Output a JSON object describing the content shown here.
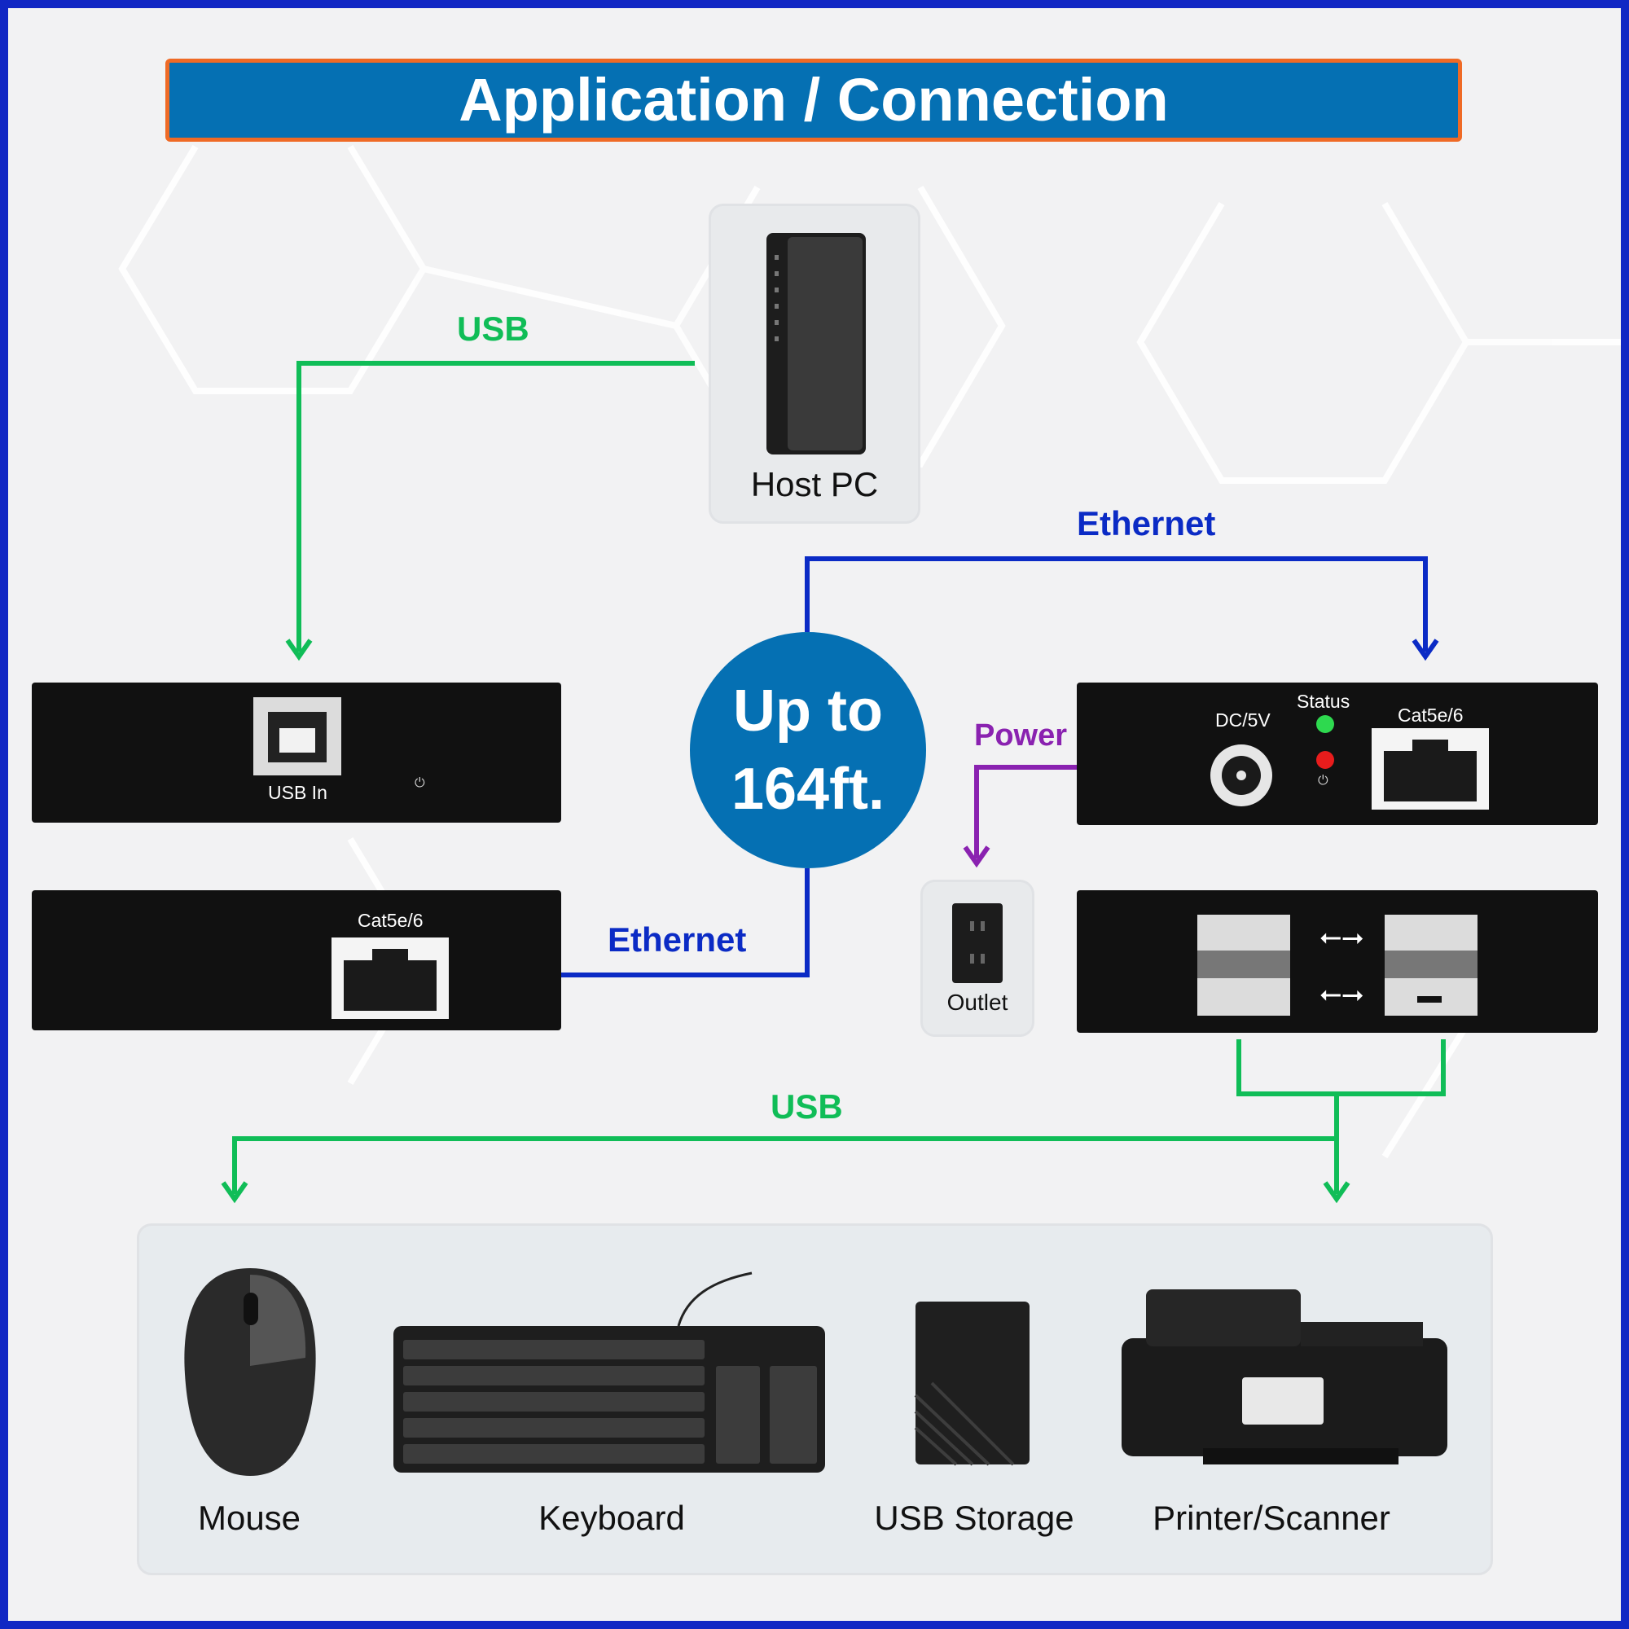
{
  "title": "Application / Connection",
  "host_pc": {
    "label": "Host PC"
  },
  "range_badge": {
    "line1": "Up to",
    "line2": "164ft."
  },
  "connections": {
    "usb_top": "USB",
    "ethernet_top": "Ethernet",
    "ethernet_bottom": "Ethernet",
    "power": "Power",
    "usb_bottom": "USB"
  },
  "transmitter": {
    "front_port_label": "USB In",
    "rear_port_label": "Cat5e/6"
  },
  "receiver": {
    "dc_label": "DC/5V",
    "status_label": "Status",
    "port_label": "Cat5e/6"
  },
  "outlet": {
    "label": "Outlet"
  },
  "peripherals": [
    {
      "label": "Mouse",
      "icon": "mouse-icon"
    },
    {
      "label": "Keyboard",
      "icon": "keyboard-icon"
    },
    {
      "label": "USB Storage",
      "icon": "usb-storage-icon"
    },
    {
      "label": "Printer/Scanner",
      "icon": "printer-scanner-icon"
    }
  ],
  "colors": {
    "frame": "#1127c4",
    "banner": "#0570b3",
    "banner_border": "#ef6a25",
    "usb": "#10bd57",
    "ethernet": "#0b2bc5",
    "power": "#8a22b0"
  }
}
